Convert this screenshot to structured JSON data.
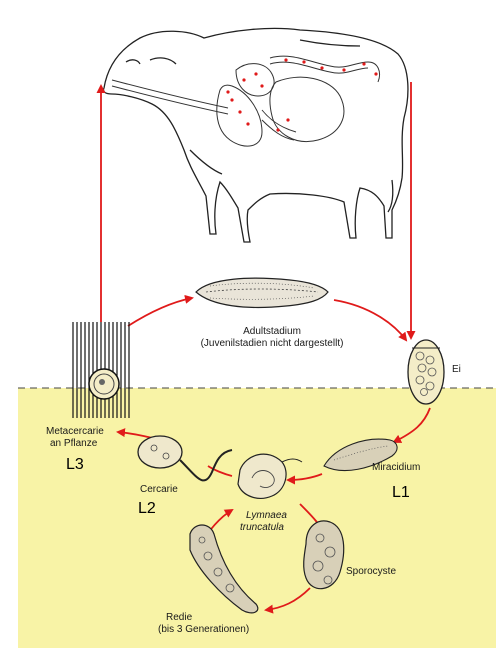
{
  "colors": {
    "water": "#f8f3a6",
    "arrow": "#e01a1a",
    "line": "#222222"
  },
  "labels": {
    "adult": "Adultstadium",
    "adult_note": "(Juvenilstadien nicht dargestellt)",
    "egg": "Ei",
    "miracidium": "Miracidium",
    "sporocyste": "Sporocyste",
    "redie": "Redie",
    "redie_note": "(bis 3 Generationen)",
    "cercarie": "Cercarie",
    "metacercarie": "Metacercarie",
    "metacercarie_note": "an Pflanze",
    "snail_genus": "Lymnaea",
    "snail_species": "truncatula"
  },
  "stage_codes": {
    "l1": "L1",
    "l2": "L2",
    "l3": "L3"
  }
}
